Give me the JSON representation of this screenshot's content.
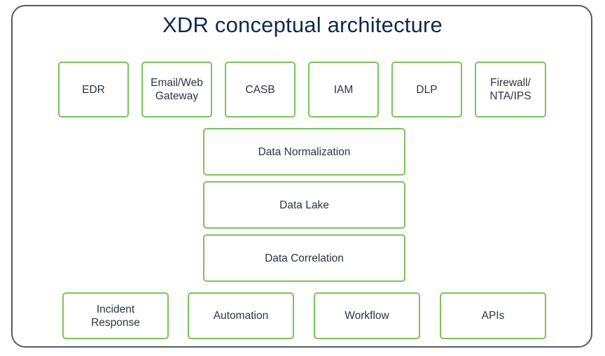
{
  "diagram": {
    "title": "XDR conceptual architecture",
    "sources": [
      {
        "label": "EDR"
      },
      {
        "label": "Email/Web\nGateway"
      },
      {
        "label": "CASB"
      },
      {
        "label": "IAM"
      },
      {
        "label": "DLP"
      },
      {
        "label": "Firewall/\nNTA/IPS"
      }
    ],
    "layers": [
      {
        "label": "Data Normalization"
      },
      {
        "label": "Data Lake"
      },
      {
        "label": "Data Correlation"
      }
    ],
    "outcomes": [
      {
        "label": "Incident\nResponse"
      },
      {
        "label": "Automation"
      },
      {
        "label": "Workflow"
      },
      {
        "label": "APIs"
      }
    ],
    "colors": {
      "box_border": "#7dc35a",
      "frame_border": "#555a5f",
      "title": "#0f2a4a",
      "text": "#2a3542"
    }
  }
}
